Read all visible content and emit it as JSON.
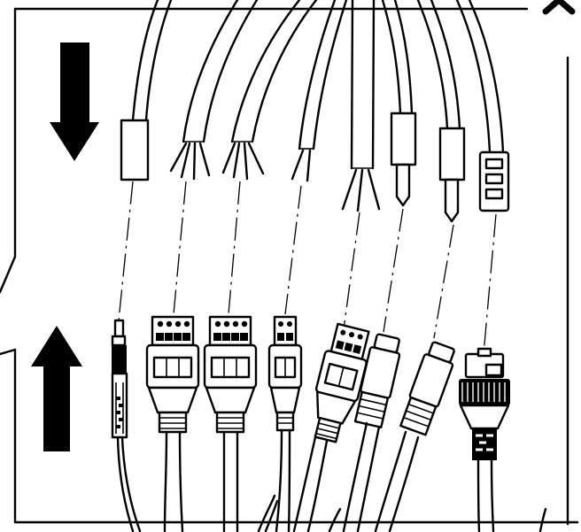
{
  "diagram": {
    "type": "cable-connector-assembly",
    "colors": {
      "line": "#000000",
      "background": "#ffffff"
    },
    "arrows": [
      {
        "name": "down-arrow-icon",
        "direction": "down"
      },
      {
        "name": "up-arrow-icon",
        "direction": "up"
      }
    ],
    "cable_ends_top": [
      "sleeve",
      "stripped-4-wire",
      "stripped-4-wire",
      "stripped-2-wire",
      "stripped-3-wire",
      "plug",
      "plug",
      "rj45"
    ],
    "connectors_bottom": [
      "fiber",
      "terminal-block-4",
      "terminal-block-4",
      "terminal-block-2",
      "terminal-block-3",
      "jack",
      "jack",
      "waterproof-rj45"
    ],
    "callout_marks": [
      "chevron"
    ]
  }
}
